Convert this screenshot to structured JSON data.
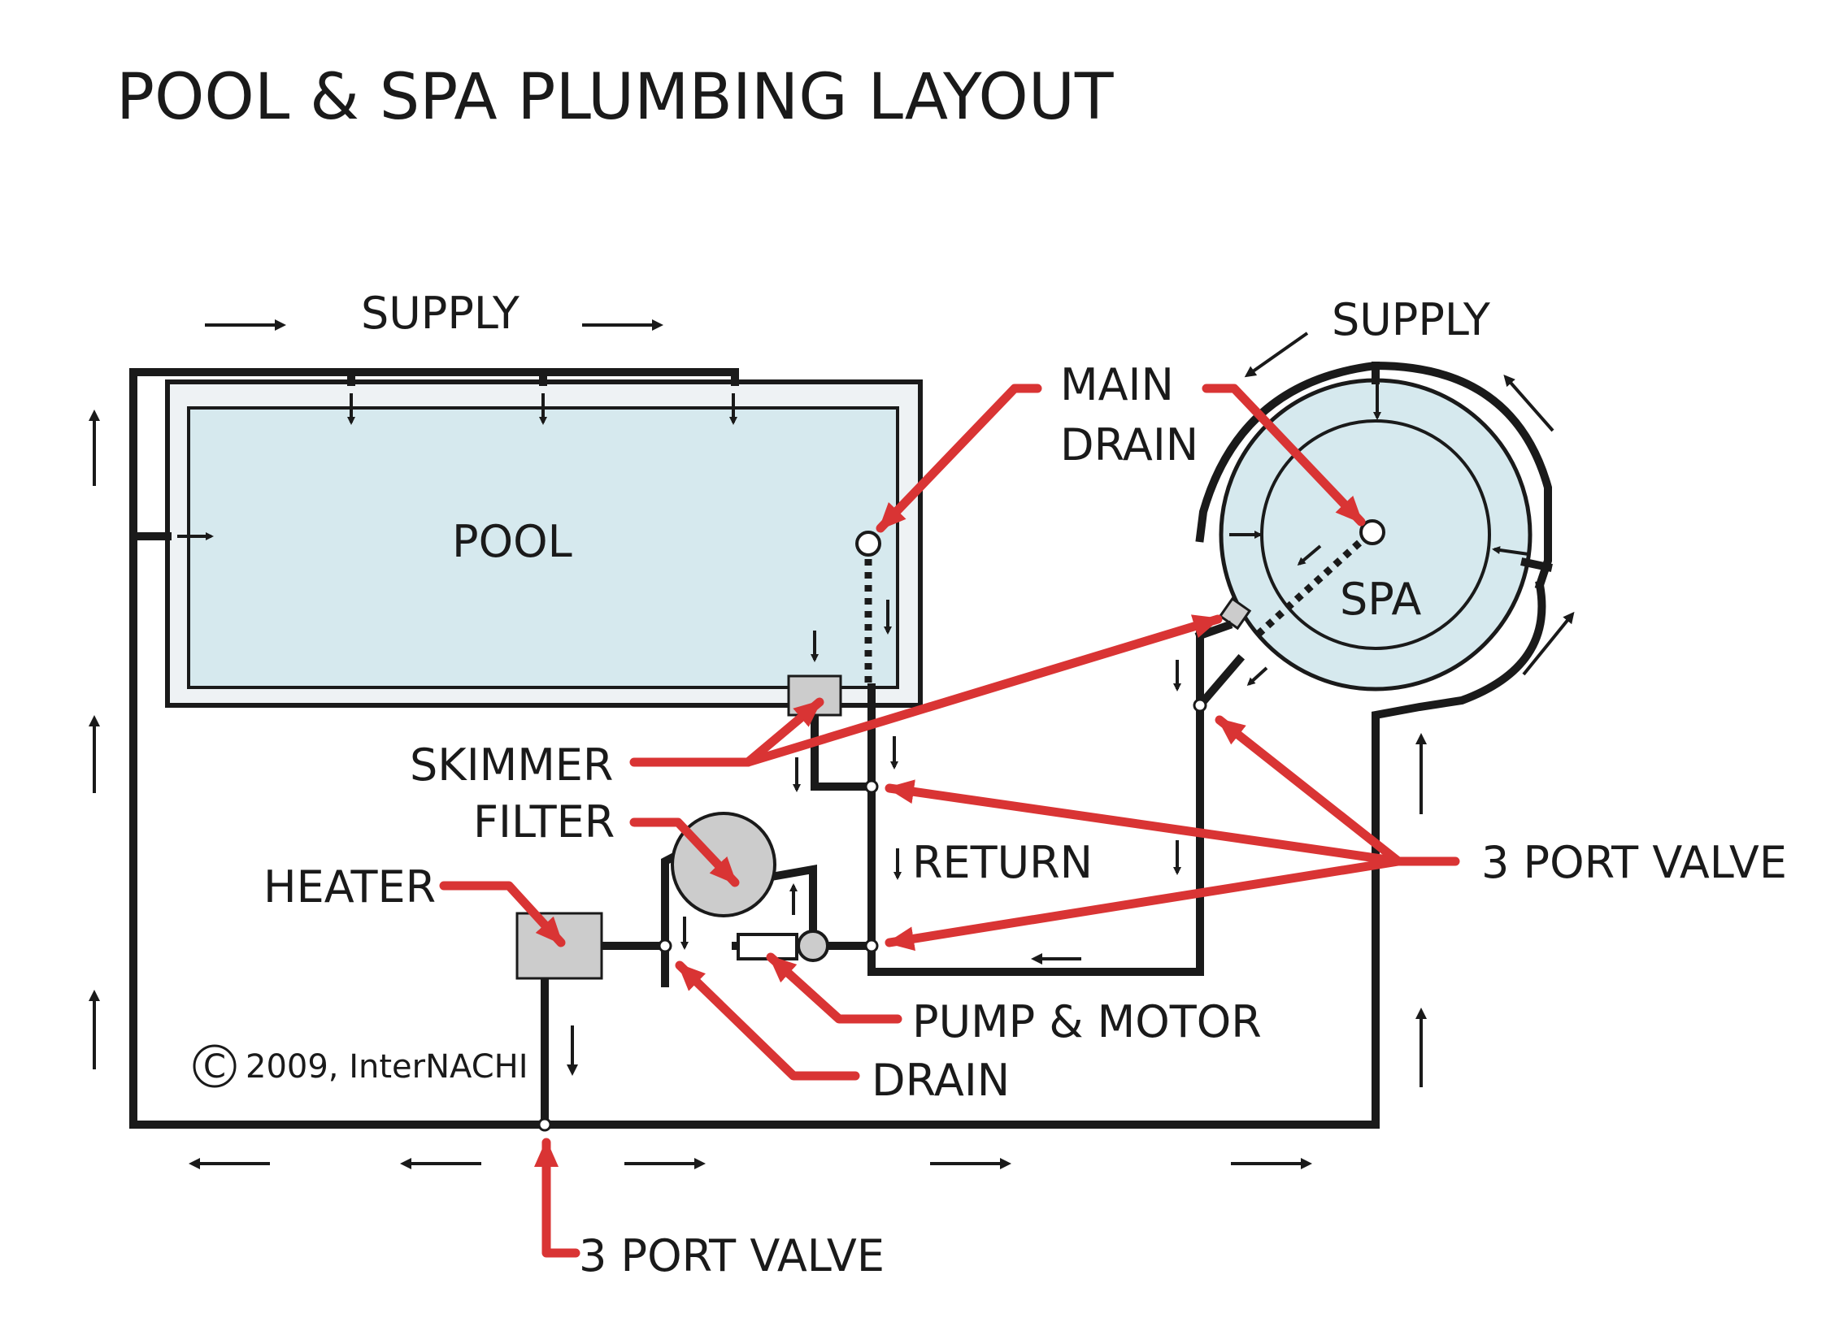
{
  "title": "POOL & SPA PLUMBING LAYOUT",
  "labels": {
    "pool": "POOL",
    "spa": "SPA",
    "supply_pool": "SUPPLY",
    "supply_spa": "SUPPLY",
    "main_drain_1": "MAIN",
    "main_drain_2": "DRAIN",
    "skimmer": "SKIMMER",
    "filter": "FILTER",
    "heater": "HEATER",
    "return": "RETURN",
    "three_port_valve_right": "3 PORT VALVE",
    "pump_motor": "PUMP & MOTOR",
    "drain": "DRAIN",
    "three_port_valve_bottom": "3 PORT VALVE"
  },
  "copyright": {
    "symbol": "C",
    "text": "2009, InterNACHI"
  },
  "colors": {
    "pipe": "#1a1a1a",
    "leader": "#d93434",
    "water": "#d6e9ee",
    "deck": "#eef2f4",
    "equipment": "#cccccc"
  }
}
